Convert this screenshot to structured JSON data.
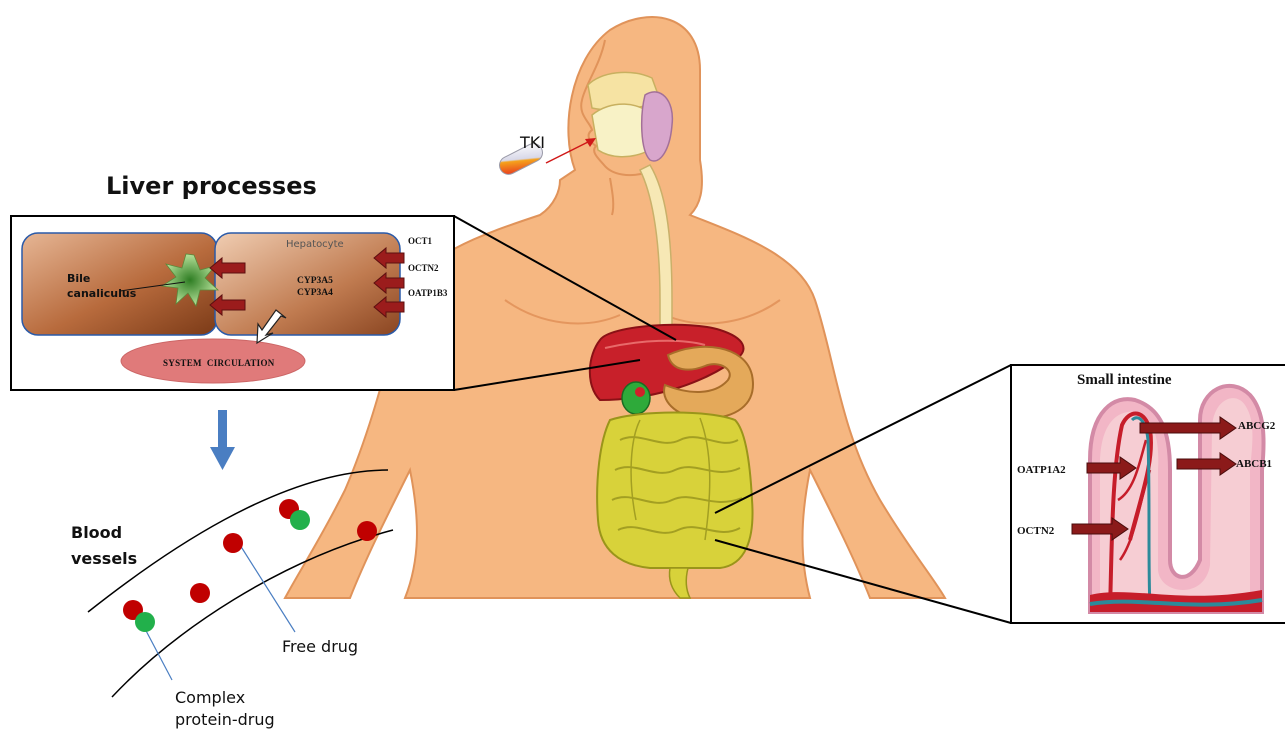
{
  "liver_panel": {
    "title": "Liver processes",
    "hepatocyte_label": "Hepatocyte",
    "bile_line1": "Bile",
    "bile_line2": "canaliculus",
    "enzyme1": "CYP3A5",
    "enzyme2": "CYP3A4",
    "transporter_oct1": "OCT1",
    "transporter_octn2": "OCTN2",
    "transporter_oatp1b3": "OATP1B3",
    "circulation_label": "SYSTEM  CIRCULATION"
  },
  "drug": {
    "label": "TKI"
  },
  "blood_panel": {
    "line1": "Blood",
    "line2": "vessels",
    "free_drug": "Free drug",
    "complex_line1": "Complex",
    "complex_line2": "protein-drug"
  },
  "intestine_panel": {
    "title": "Small intestine",
    "abcg2": "ABCG2",
    "abcb1": "ABCB1",
    "oatp1a2": "OATP1A2",
    "octn2": "OCTN2"
  },
  "colors": {
    "skin": "#f6b781",
    "liver": "#c8202a",
    "intestine": "#d8d23a",
    "stomach": "#e4a95a",
    "arrow_red": "#8b1a1a",
    "drug_red": "#c00000",
    "protein_green": "#22b04b",
    "flow_arrow_blue": "#4a7ec2",
    "circulation": "#e07a7a"
  }
}
